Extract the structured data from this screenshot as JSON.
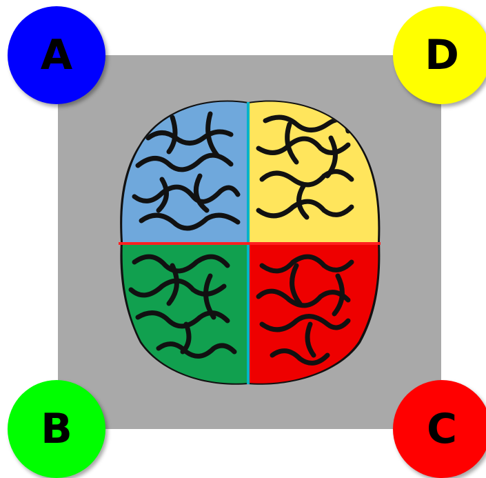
{
  "quadrants": [
    {
      "letter": "A",
      "color": "#0000ff",
      "position": "top-left",
      "lobe_color": "#6fa8dc"
    },
    {
      "letter": "D",
      "color": "#ffff00",
      "position": "top-right",
      "lobe_color": "#ffe55c"
    },
    {
      "letter": "B",
      "color": "#00ff00",
      "position": "bottom-left",
      "lobe_color": "#11a04f"
    },
    {
      "letter": "C",
      "color": "#ff0000",
      "position": "bottom-right",
      "lobe_color": "#ee0000"
    }
  ],
  "panel_color": "#a9a9a9",
  "divider_colors": {
    "vertical": "#00b4c8",
    "horizontal": "#ff2020"
  }
}
